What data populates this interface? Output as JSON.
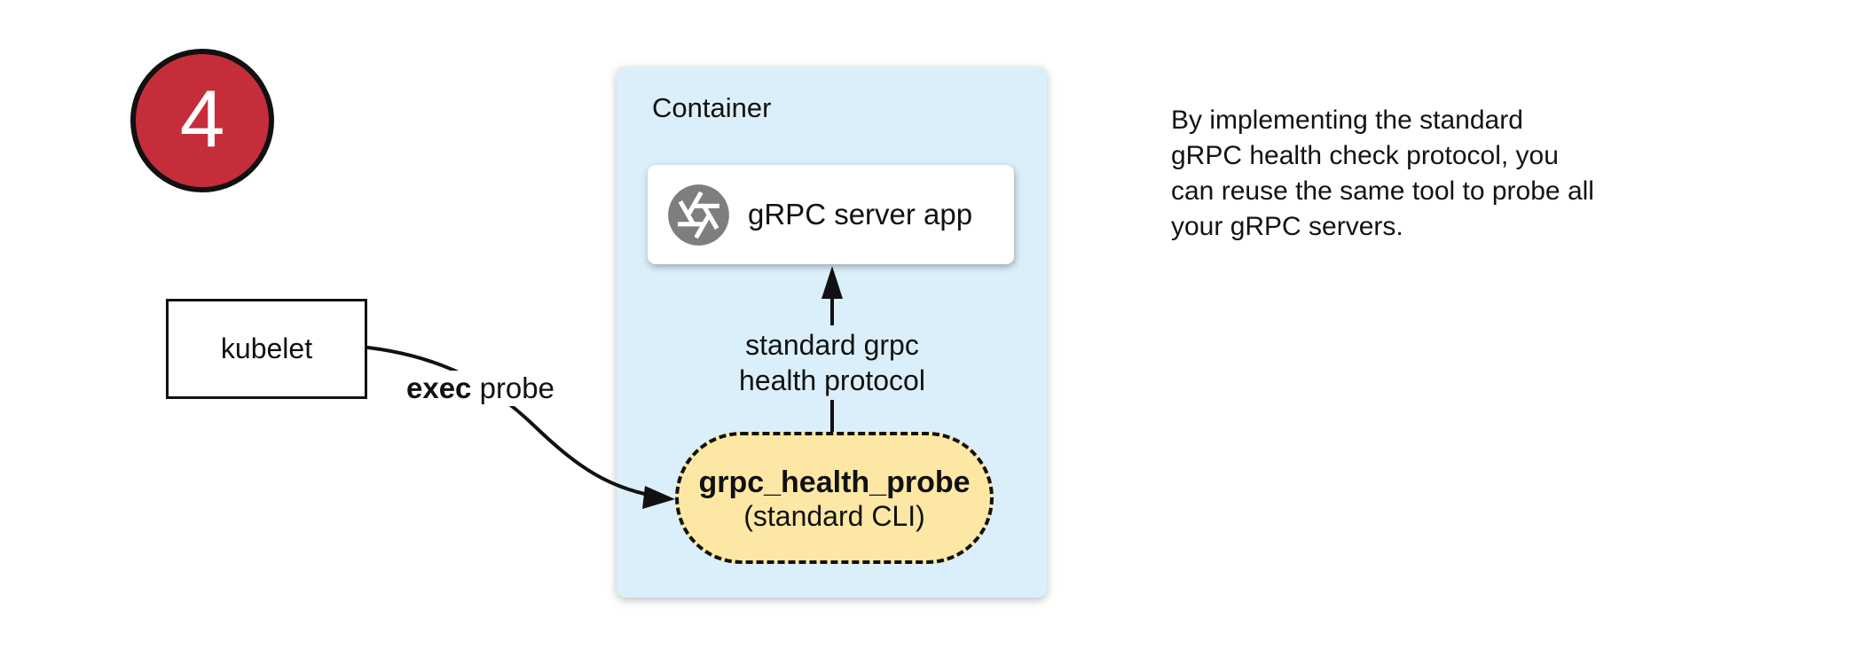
{
  "colors": {
    "badge": "#C62D3B",
    "container_fill": "#DAEFFA",
    "pill_fill": "#FCE8A4",
    "icon_gray": "#7E7E7E",
    "line": "#111111"
  },
  "badge": {
    "number": "4"
  },
  "kubelet_box": {
    "label": "kubelet"
  },
  "exec_probe_edge": {
    "label_bold": "exec",
    "label_regular": "probe"
  },
  "container": {
    "title": "Container",
    "server_box": {
      "icon": "aperture-icon",
      "label": "gRPC server app"
    },
    "health_protocol_edge": {
      "label_line1": "standard grpc",
      "label_line2": "health protocol"
    },
    "probe_pill": {
      "title": "grpc_health_probe",
      "subtitle": "(standard CLI)"
    }
  },
  "note": {
    "line1": "By implementing the standard",
    "line2": "gRPC health check protocol, you",
    "line3": "can reuse the same tool to probe all",
    "line4": "your gRPC servers."
  }
}
